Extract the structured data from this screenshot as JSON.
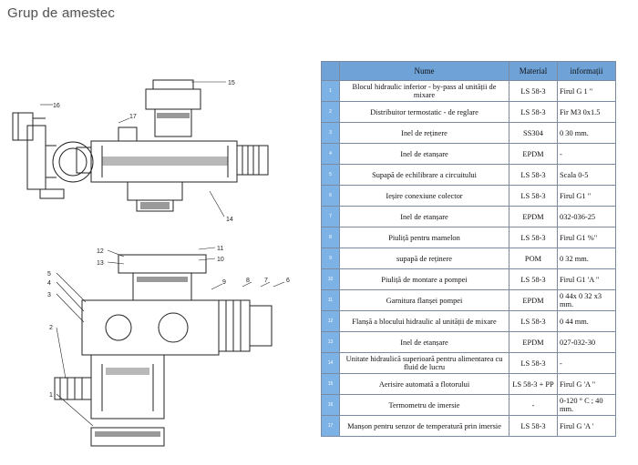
{
  "header": {
    "title": "Grup de amestec"
  },
  "table": {
    "headers": {
      "num": "",
      "name": "Nume",
      "material": "Material",
      "info": "informații"
    },
    "rows": [
      {
        "num": "1",
        "name": "Blocul hidraulic inferior - by-pass al unității de mixare",
        "material": "LS 58-3",
        "info": "Firul G 1 \""
      },
      {
        "num": "2",
        "name": "Distribuitor termostatic - de reglare",
        "material": "LS 58-3",
        "info": "Fir M3 0x1.5"
      },
      {
        "num": "3",
        "name": "Inel de reținere",
        "material": "SS304",
        "info": "0 30 mm."
      },
      {
        "num": "4",
        "name": "Inel de etanșare",
        "material": "EPDM",
        "info": "-"
      },
      {
        "num": "5",
        "name": "Supapă de echilibrare a circuitului",
        "material": "LS 58-3",
        "info": "Scala 0-5"
      },
      {
        "num": "6",
        "name": "Ieșire conexiune colector",
        "material": "LS 58-3",
        "info": "Firul G1 \""
      },
      {
        "num": "7",
        "name": "Inel de etanșare",
        "material": "EPDM",
        "info": "032-036-25"
      },
      {
        "num": "8",
        "name": "Piuliță pentru mamelon",
        "material": "LS 58-3",
        "info": "Firul G1 %\""
      },
      {
        "num": "9",
        "name": "supapă de reținere",
        "material": "POM",
        "info": "0 32 mm."
      },
      {
        "num": "10",
        "name": "Piuliță de montare a pompei",
        "material": "LS 58-3",
        "info": "Firul G1 'A \""
      },
      {
        "num": "11",
        "name": "Garnitura flanșei pompei",
        "material": "EPDM",
        "info": "0 44x 0 32 x3 mm."
      },
      {
        "num": "12",
        "name": "Flanșă a blocului hidraulic al unității de mixare",
        "material": "LS 58-3",
        "info": "0 44 mm."
      },
      {
        "num": "13",
        "name": "Inel de etanșare",
        "material": "EPDM",
        "info": "027-032-30"
      },
      {
        "num": "14",
        "name": "Unitate hidraulică superioară pentru alimentarea cu fluid de lucru",
        "material": "LS 58-3",
        "info": "-"
      },
      {
        "num": "15",
        "name": "Aerisire automată a flotorului",
        "material": "LS 58-3 + PP",
        "info": "Firul G 'A \""
      },
      {
        "num": "16",
        "name": "Termometru de imersie",
        "material": "-",
        "info": "0-120 ° C ; 40 mm."
      },
      {
        "num": "17",
        "name": "Manșon pentru senzor de temperatură prin imersie",
        "material": "LS 58-3",
        "info": "Firul G 'A '"
      }
    ]
  },
  "drawing": {
    "callouts_top": [
      "16",
      "17",
      "15",
      "14"
    ],
    "callouts_bottom": [
      "12",
      "13",
      "11",
      "10",
      "5",
      "4",
      "3",
      "9",
      "8",
      "7",
      "6",
      "2",
      "1"
    ]
  }
}
